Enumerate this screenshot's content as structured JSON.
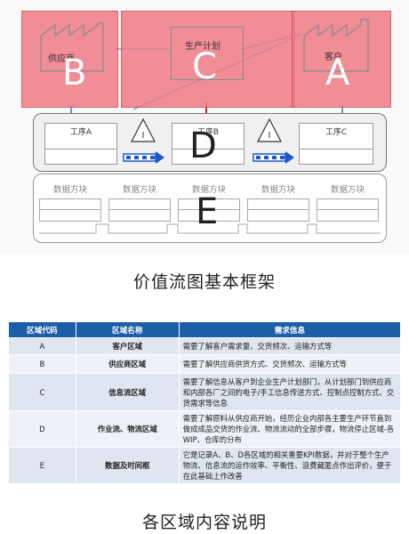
{
  "diagram": {
    "supplier_label": "供应商",
    "plan_label": "生产计划",
    "customer_label": "客户",
    "letters": {
      "A": "A",
      "B": "B",
      "C": "C",
      "D": "D",
      "E": "E"
    },
    "proc_a": "工序A",
    "proc_b": "工序B",
    "proc_c": "工序C",
    "inventory_mark": "I",
    "data_block": "数据方块",
    "colors": {
      "region_fill": "#f07b84",
      "proc_row_bg": "#f0f0f0",
      "arrow_blue": "#1c58c8",
      "plan_arrow": "#e02020"
    }
  },
  "caption1": "价值流图基本框架",
  "table": {
    "headers": [
      "区域代码",
      "区域名称",
      "需求信息"
    ],
    "rows": [
      {
        "code": "A",
        "name": "客户区域",
        "info": "需要了解客户需求量、交货频次、运输方式等"
      },
      {
        "code": "B",
        "name": "供应商区域",
        "info": "需要了解供应商供货方式、交货频次、运输方式等"
      },
      {
        "code": "C",
        "name": "信息流区域",
        "info": "需要了解信息从客户到企业生产计划部门，从计划部门到供应商和内部各厂之间的电子/手工信息传送方式、控制点控制方式、交货需求等信息"
      },
      {
        "code": "D",
        "name": "作业流、物流区域",
        "info": "需要了解原料从供应商开始，经历企业内部各主要生产环节直到做成成品交货的作业流、物流流动的全部步骤，物流停止区域-各WIP、仓库的分布"
      },
      {
        "code": "E",
        "name": "数据及时间框",
        "info": "它是记录A、B、D各区域的相关重要KPI数据，并对于整个生产物流、信息流的运作效率、平衡性、浪费藏匿点作出评价，便于在此基础上作改善"
      }
    ]
  },
  "caption2": "各区域内容说明"
}
